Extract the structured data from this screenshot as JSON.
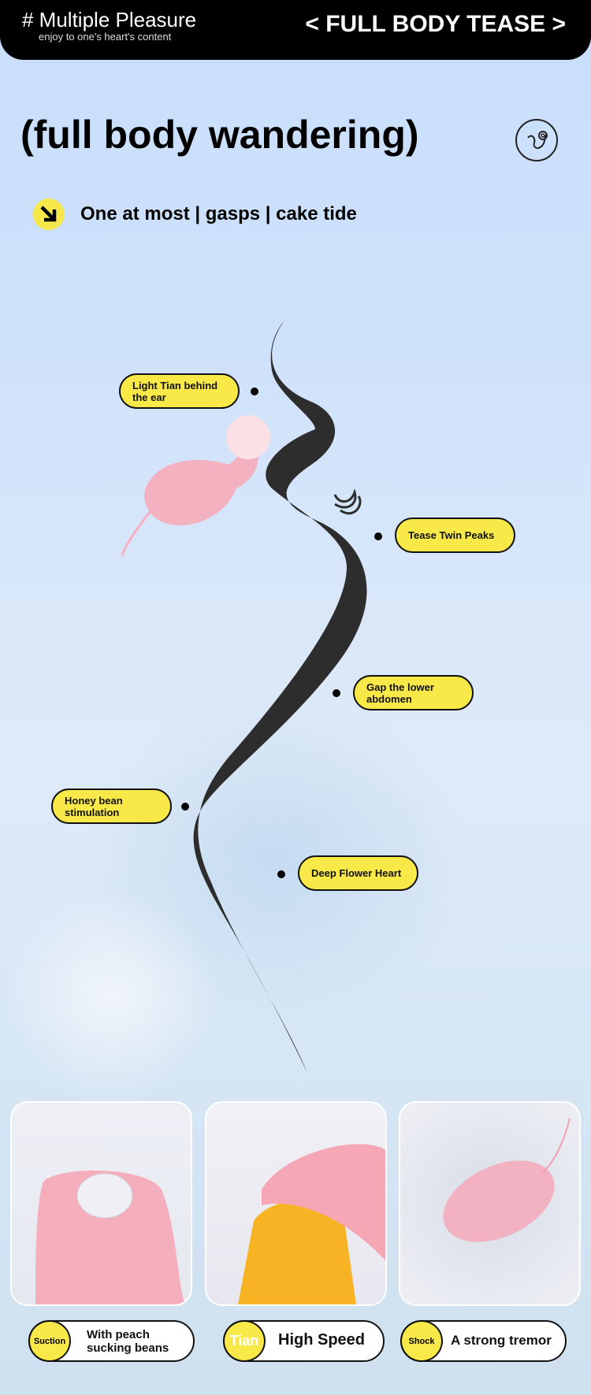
{
  "header": {
    "title": "# Multiple Pleasure",
    "subtitle": "enjoy to one's heart's content",
    "right_title": "< FULL BODY TEASE >"
  },
  "main": {
    "title": "(full body wandering)",
    "subline": "One at most | gasps | cake tide",
    "logo_icon": "toy-logo-icon",
    "arrow_icon": "arrow-down-right-icon"
  },
  "labels": [
    {
      "text": "Light Tian behind the ear"
    },
    {
      "text": "Tease Twin Peaks"
    },
    {
      "text": "Gap the lower abdomen"
    },
    {
      "text": "Honey bean stimulation"
    },
    {
      "text": "Deep Flower Heart"
    }
  ],
  "features": [
    {
      "badge": "Suction",
      "text": "With peach sucking beans"
    },
    {
      "badge": "Tian",
      "text": "High Speed"
    },
    {
      "badge": "Shock",
      "text": "A strong tremor"
    }
  ],
  "colors": {
    "accent": "#f8e948",
    "black": "#000000",
    "pink": "#f5b6c2"
  }
}
